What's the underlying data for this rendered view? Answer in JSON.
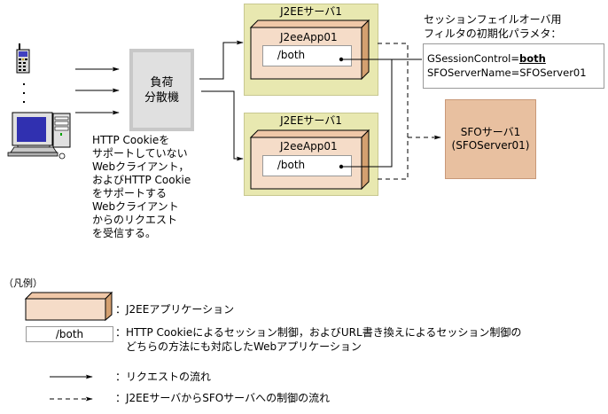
{
  "clients": {
    "icons": [
      "mobile-phone-icon",
      "vertical-ellipsis-icon",
      "desktop-computer-icon"
    ]
  },
  "load_balancer": {
    "line1": "負荷",
    "line2": "分散機"
  },
  "client_description": [
    "HTTP Cookieを",
    "サポートしていない",
    "Webクライアント，",
    "およびHTTP Cookie",
    "をサポートする",
    "Webクライアント",
    "からのリクエスト",
    "を受信する。"
  ],
  "servers": [
    {
      "title": "J2EEサーバ1",
      "app": "J2eeApp01",
      "webapp": "/both"
    },
    {
      "title": "J2EEサーバ1",
      "app": "J2eeApp01",
      "webapp": "/both"
    }
  ],
  "filter_params": {
    "caption_line1": "セッションフェイルオーバ用",
    "caption_line2": "フィルタの初期化パラメタ：",
    "param1_key": "GSessionControl=",
    "param1_value": "both",
    "param2": "SFOServerName=SFOServer01"
  },
  "sfo_server": {
    "line1": "SFOサーバ1",
    "line2": "(SFOServer01)"
  },
  "legend": {
    "title": "（凡例）",
    "items": [
      {
        "symbol": "j2ee-app-box",
        "label": "：J2EEアプリケーション"
      },
      {
        "symbol": "webapp-box",
        "symbol_text": "/both",
        "label_line1": "：HTTP Cookieによるセッション制御，およびURL書き換えによるセッション制御の",
        "label_line2": "どちらの方法にも対応したWebアプリケーション"
      },
      {
        "symbol": "solid-arrow",
        "label": "：リクエストの流れ"
      },
      {
        "symbol": "dashed-arrow",
        "label": "：J2EEサーバからSFOサーバへの制御の流れ"
      }
    ]
  },
  "colors": {
    "server_bg": "#e8e8b0",
    "app_front": "#f5dcc8",
    "app_side": "#d4a070",
    "sfo_bg": "#e8c0a0",
    "lb_bg": "#e0e0e0"
  }
}
